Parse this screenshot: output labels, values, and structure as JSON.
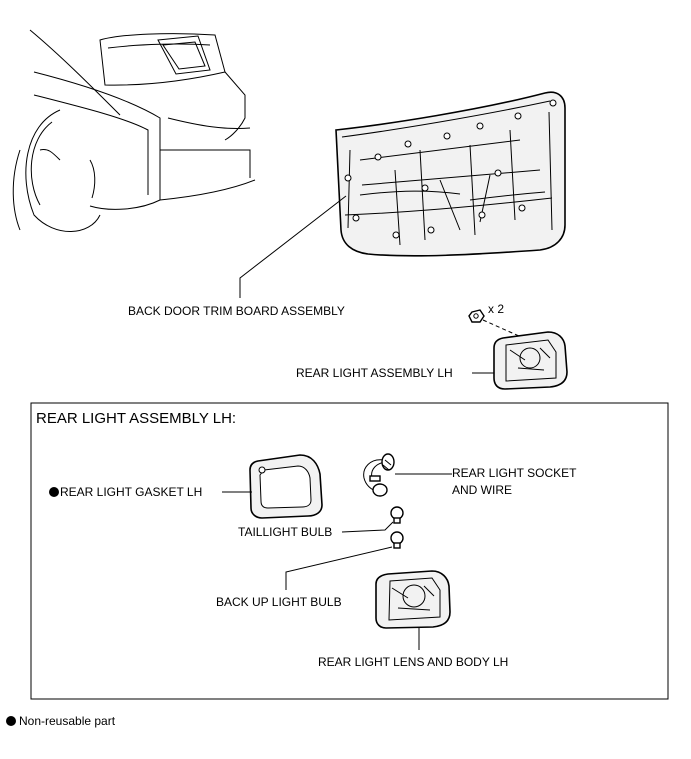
{
  "labels": {
    "back_door_trim": "BACK DOOR TRIM BOARD ASSEMBLY",
    "quantity": "x 2",
    "rear_light_assembly": "REAR LIGHT ASSEMBLY LH",
    "box_title": "REAR LIGHT ASSEMBLY LH:",
    "gasket": "REAR LIGHT GASKET LH",
    "socket_line1": "REAR LIGHT SOCKET",
    "socket_line2": "AND WIRE",
    "taillight_bulb": "TAILLIGHT BULB",
    "backup_bulb": "BACK UP LIGHT BULB",
    "lens_body": "REAR LIGHT LENS AND BODY LH"
  },
  "legend": {
    "text": "Non-reusable part",
    "marker_icon": "filled-circle-icon"
  },
  "colors": {
    "line": "#000000",
    "background": "#ffffff",
    "part_fill": "#f2f2f2"
  }
}
